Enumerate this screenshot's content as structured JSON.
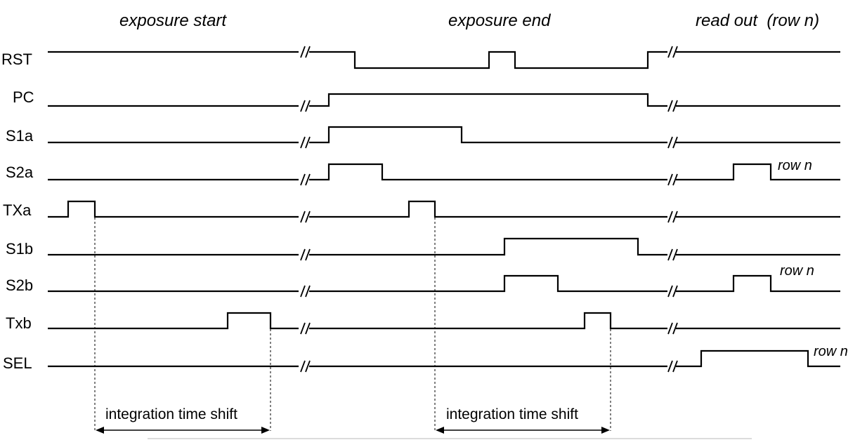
{
  "sections": {
    "exposure_start": "exposure start",
    "exposure_end": "exposure end",
    "read_out": "read out  (row n)"
  },
  "signals": [
    {
      "key": "rst",
      "label": "RST"
    },
    {
      "key": "pc",
      "label": "PC"
    },
    {
      "key": "s1a",
      "label": "S1a"
    },
    {
      "key": "s2a",
      "label": "S2a"
    },
    {
      "key": "txa",
      "label": "TXa"
    },
    {
      "key": "s1b",
      "label": "S1b"
    },
    {
      "key": "s2b",
      "label": "S2b"
    },
    {
      "key": "txb",
      "label": "Txb"
    },
    {
      "key": "sel",
      "label": "SEL"
    }
  ],
  "row_notes": {
    "s2a": "row n",
    "s2b": "row n",
    "sel": "row n"
  },
  "annotations": {
    "shift_start": "integration time shift",
    "shift_end": "integration time shift"
  },
  "break_marker": "//"
}
